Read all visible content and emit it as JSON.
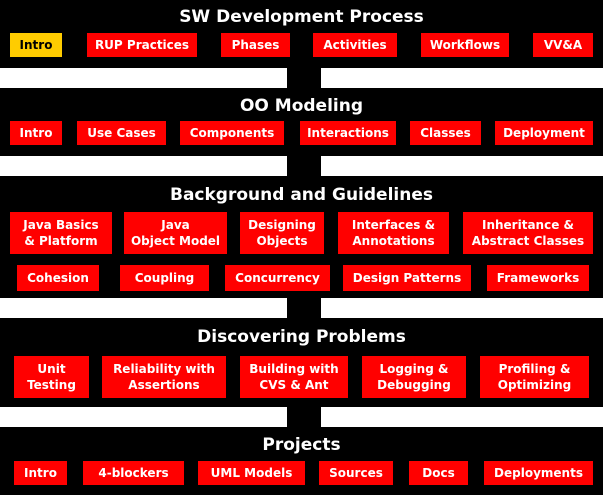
{
  "colors": {
    "background": "#000000",
    "button": "#ff0000",
    "active": "#ffcc00",
    "separator": "#ffffff",
    "text": "#ffffff"
  },
  "sections": {
    "process": {
      "title": "SW Development Process",
      "items": [
        "Intro",
        "RUP Practices",
        "Phases",
        "Activities",
        "Workflows",
        "VV&A"
      ],
      "active_item": "Intro"
    },
    "modeling": {
      "title": "OO Modeling",
      "items": [
        "Intro",
        "Use Cases",
        "Components",
        "Interactions",
        "Classes",
        "Deployment"
      ]
    },
    "background": {
      "title": "Background and Guidelines",
      "items": [
        "Java Basics\n& Platform",
        "Java\nObject Model",
        "Designing\nObjects",
        "Interfaces &\nAnnotations",
        "Inheritance &\nAbstract Classes",
        "Cohesion",
        "Coupling",
        "Concurrency",
        "Design Patterns",
        "Frameworks"
      ]
    },
    "problems": {
      "title": "Discovering Problems",
      "items": [
        "Unit\nTesting",
        "Reliability with\nAssertions",
        "Building with\nCVS & Ant",
        "Logging &\nDebugging",
        "Profiling &\nOptimizing"
      ]
    },
    "projects": {
      "title": "Projects",
      "items": [
        "Intro",
        "4-blockers",
        "UML Models",
        "Sources",
        "Docs",
        "Deployments"
      ]
    }
  }
}
